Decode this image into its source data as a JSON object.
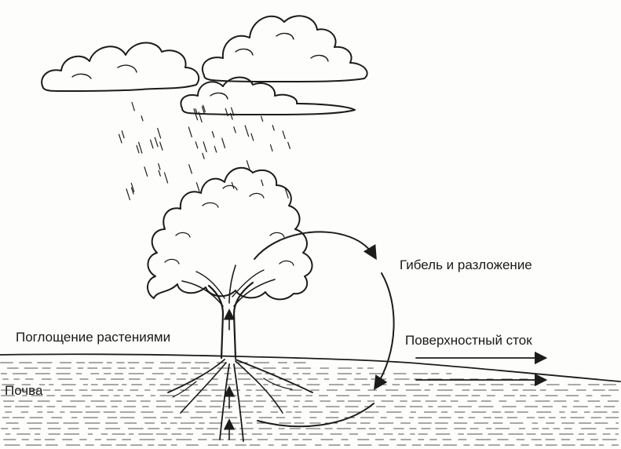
{
  "labels": {
    "decay": "Гибель и разложение",
    "uptake": "Поглощение растениями",
    "runoff": "Поверхностный сток",
    "soil": "Почва"
  },
  "colors": {
    "ink": "#1c1c1c",
    "paper": "#fdfdfb"
  }
}
